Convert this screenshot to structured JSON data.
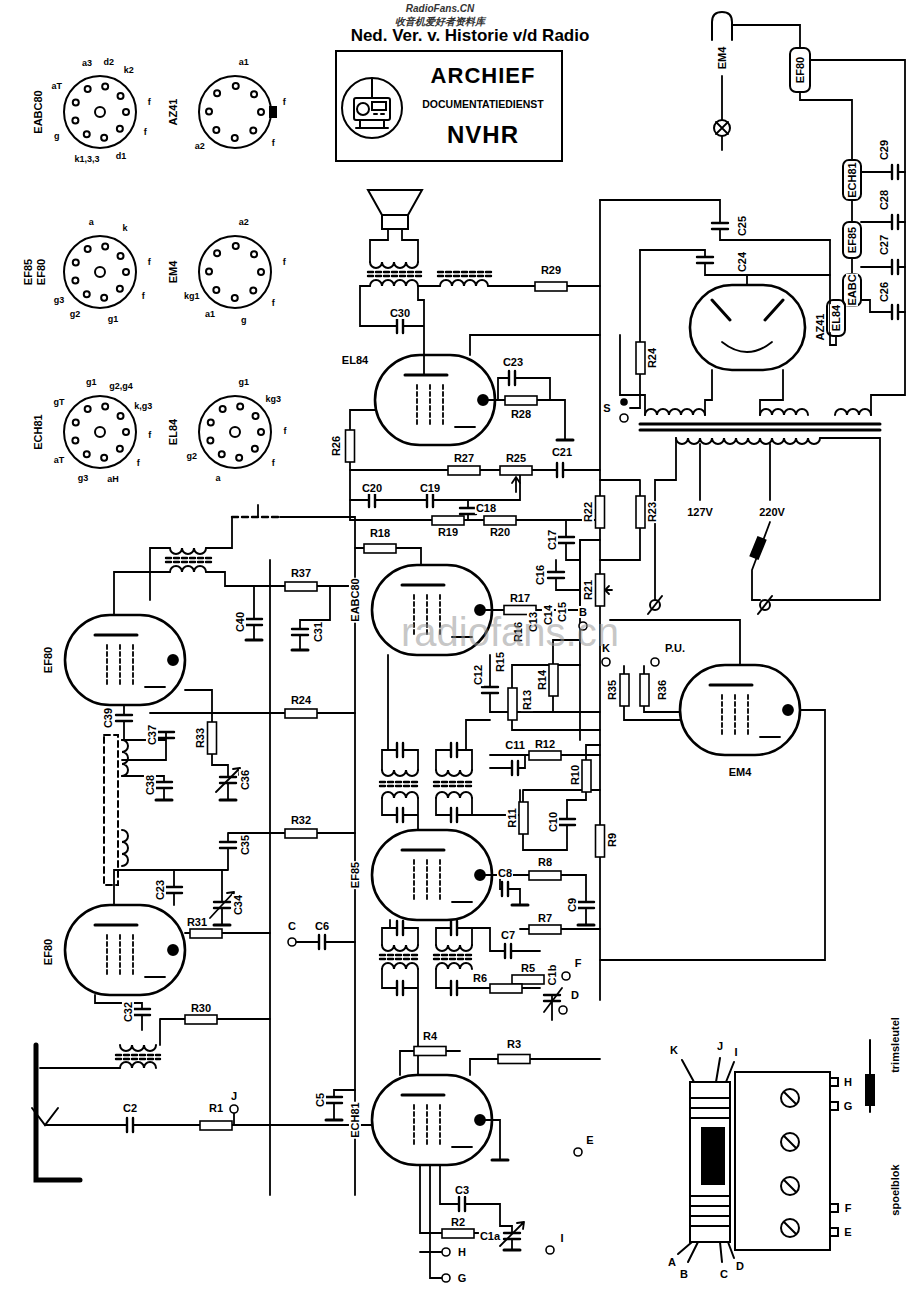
{
  "diagram": {
    "title": "Ned. Ver. v. Historie v/d Radio",
    "nodes": [
      {
        "text": [
          "ARCHIEF",
          "DOCUMENTATIEDIENST",
          "NVHR"
        ]
      }
    ],
    "labels": [
      "RadioFans.CN",
      "收音机爱好者资料库",
      "EABC80",
      "a3",
      "d2",
      "k2",
      "f",
      "f",
      "d1",
      "k1,3,3",
      "g",
      "aT",
      "AZ41",
      "a1",
      "f",
      "f",
      "a2",
      "EF85",
      "EF80",
      "a",
      "k",
      "f",
      "f",
      "g1",
      "g2",
      "g3",
      "EM4",
      "a2",
      "f",
      "f",
      "g",
      "a1",
      "kg1",
      "ECH81",
      "g1",
      "g2,g4",
      "k,g3",
      "f",
      "f",
      "aH",
      "g3",
      "aT",
      "gT",
      "EL84",
      "g1",
      "kg3",
      "f",
      "f",
      "a",
      "g2",
      "EL84",
      "EABC80",
      "EF85",
      "ECH81",
      "EF80",
      "EF80",
      "AZ41",
      "EM4",
      "127V",
      "220V",
      "S",
      "P.U.",
      "K",
      "B",
      "C",
      "D",
      "E",
      "F",
      "G",
      "H",
      "I",
      "J",
      "K",
      "J",
      "I",
      "H",
      "G",
      "F",
      "E",
      "A",
      "B",
      "C",
      "D",
      "trimsleutel",
      "spoelblok",
      "EM4",
      "EF80",
      "C29",
      "ECH81",
      "C28",
      "EF85",
      "C27",
      "EABC",
      "EL84",
      "C26",
      "C25",
      "C24",
      "R1",
      "C2",
      "R2",
      "C1a",
      "C3",
      "C5",
      "C6",
      "R3",
      "R4",
      "R5",
      "R6",
      "C1b",
      "R7",
      "C7",
      "C8",
      "C9",
      "R8",
      "R9",
      "C10",
      "R10",
      "R11",
      "R12",
      "C11",
      "R13",
      "R14",
      "C12",
      "R15",
      "R16",
      "C15",
      "C13",
      "C14",
      "R17",
      "C16",
      "C17",
      "R18",
      "R19",
      "C18",
      "R20",
      "C19",
      "C20",
      "R26",
      "R27",
      "R25",
      "C21",
      "R22",
      "R23",
      "R21",
      "C23",
      "R28",
      "C30",
      "R29",
      "R24",
      "R35",
      "R36",
      "R37",
      "C40",
      "C31",
      "R24",
      "R33",
      "C39",
      "C37",
      "C38",
      "C36",
      "C35",
      "R32",
      "C34",
      "C23",
      "R31",
      "C32",
      "R30",
      "radiofans.cn"
    ]
  }
}
